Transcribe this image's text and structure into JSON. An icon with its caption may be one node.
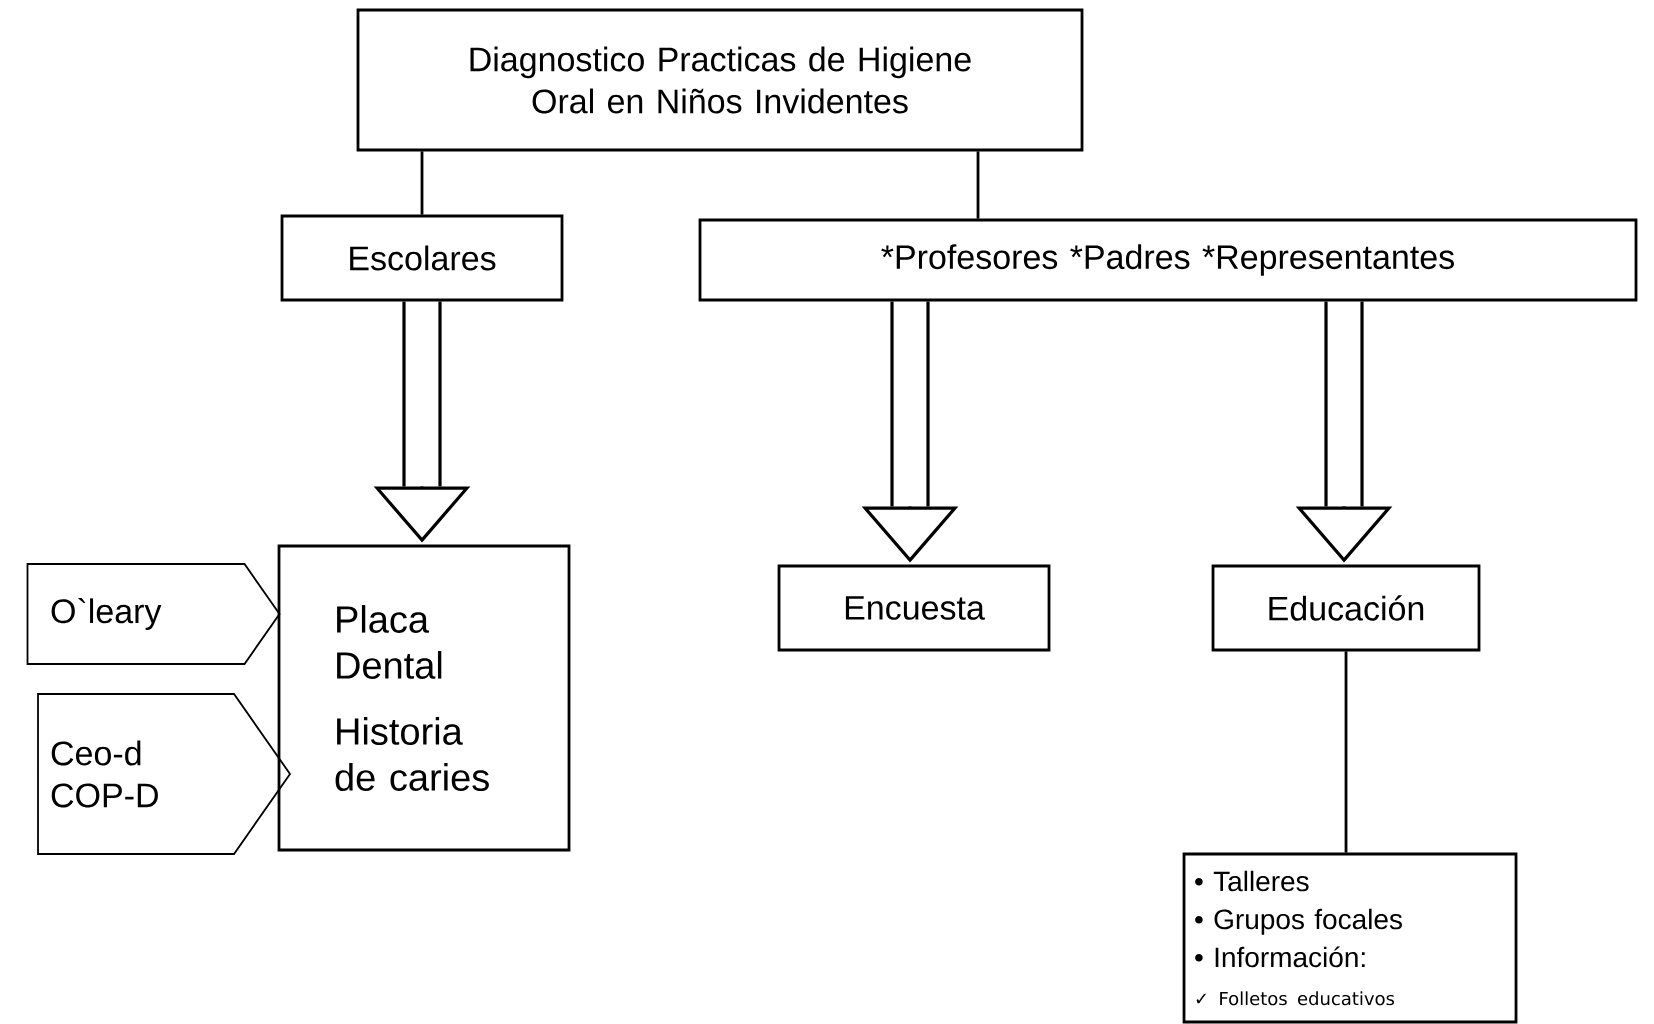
{
  "diagram": {
    "nodes": [
      {
        "text": [
          "Diagnostico  Practicas de Higiene Oral en Niños Invidentes"
        ]
      },
      {
        "text": [
          "Escolares"
        ]
      },
      {
        "text": [
          "*Profesores  *Padres *Representantes"
        ]
      },
      {
        "text": [
          "Placa Dental",
          "Historia de caries"
        ]
      },
      {
        "text": [
          "O`leary"
        ]
      },
      {
        "text": [
          "Ceo-d COP-D"
        ]
      },
      {
        "text": [
          "Encuesta"
        ]
      },
      {
        "text": [
          "Educación"
        ]
      },
      {
        "text": [
          "• Talleres",
          "• Grupos focales",
          "• Información:",
          "✓ Folletos educativos"
        ]
      }
    ],
    "edges": [
      {
        "from": 0,
        "to": 1,
        "arrow": "none"
      },
      {
        "from": 0,
        "to": 2,
        "arrow": "none"
      },
      {
        "from": 1,
        "to": 3,
        "arrow": "to"
      },
      {
        "from": 2,
        "to": 6,
        "arrow": "to"
      },
      {
        "from": 2,
        "to": 7,
        "arrow": "to"
      },
      {
        "from": 7,
        "to": 8,
        "arrow": "none"
      }
    ]
  }
}
